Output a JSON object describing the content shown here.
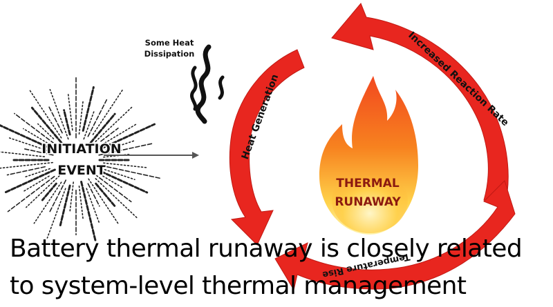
{
  "heat_note": [
    "Some Heat",
    "Dissipation"
  ],
  "initiation": [
    "INITIATION",
    "EVENT"
  ],
  "center": [
    "THERMAL",
    "RUNAWAY"
  ],
  "cycle": {
    "heat_generation": "Heat Generation",
    "increased_reaction_rate": "Increased Reaction Rate",
    "temperature_rise": "Temperature Rise"
  },
  "caption": {
    "line1": "Battery thermal runaway is closely related",
    "line2": "to system-level thermal management"
  },
  "colors": {
    "arrow": "#e8261f",
    "flame_outer": "#ec3b1c",
    "flame_inner": "#ffd45a",
    "center_text": "#8b1a10"
  }
}
